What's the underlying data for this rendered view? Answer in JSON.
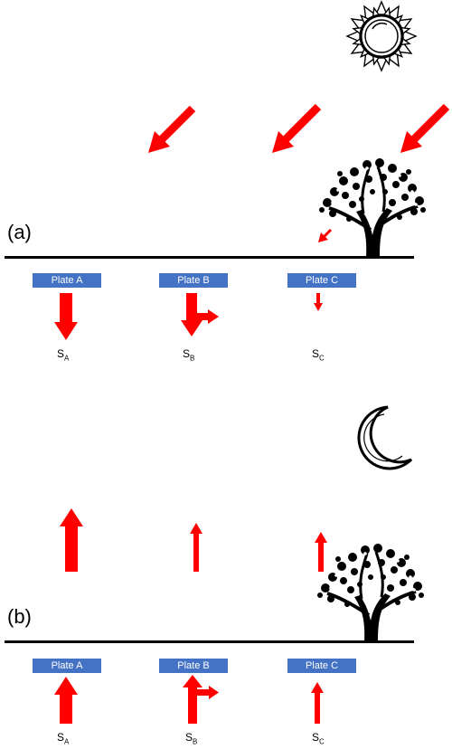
{
  "panel_a": {
    "label": "(a)",
    "plates": [
      "Plate A",
      "Plate B",
      "Plate C"
    ],
    "s_labels": [
      {
        "main": "S",
        "sub": "A"
      },
      {
        "main": "S",
        "sub": "B"
      },
      {
        "main": "S",
        "sub": "C"
      }
    ]
  },
  "panel_b": {
    "label": "(b)",
    "plates": [
      "Plate A",
      "Plate B",
      "Plate C"
    ],
    "s_labels": [
      {
        "main": "S",
        "sub": "A"
      },
      {
        "main": "S",
        "sub": "B"
      },
      {
        "main": "S",
        "sub": "C"
      }
    ]
  },
  "icons": {
    "sun": "sun-icon",
    "moon": "crescent-moon-icon",
    "tree": "tree-icon"
  },
  "colors": {
    "arrow": "#ff0000",
    "plate": "#4472c4",
    "ground": "#000000"
  }
}
